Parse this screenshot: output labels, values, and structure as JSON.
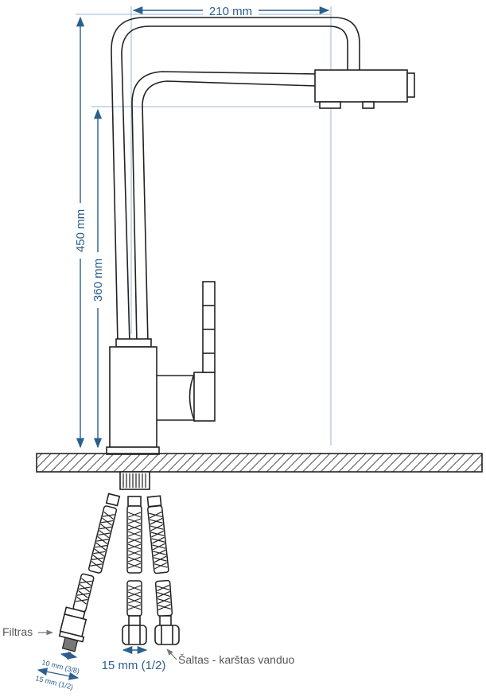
{
  "dimensions": {
    "width_top": "210 mm",
    "height_total": "450 mm",
    "height_spout": "360 mm",
    "hose_connector": "15 mm (1/2)"
  },
  "labels": {
    "filter": "Filtras",
    "filter_thread_small": "10 mm (3/8)",
    "filter_thread_large": "15 mm (1/2)",
    "water_lines": "Šaltas - karštas vanduo"
  },
  "colors": {
    "dimension": "#2b5f8e",
    "outline": "#222222",
    "label": "#555555"
  }
}
